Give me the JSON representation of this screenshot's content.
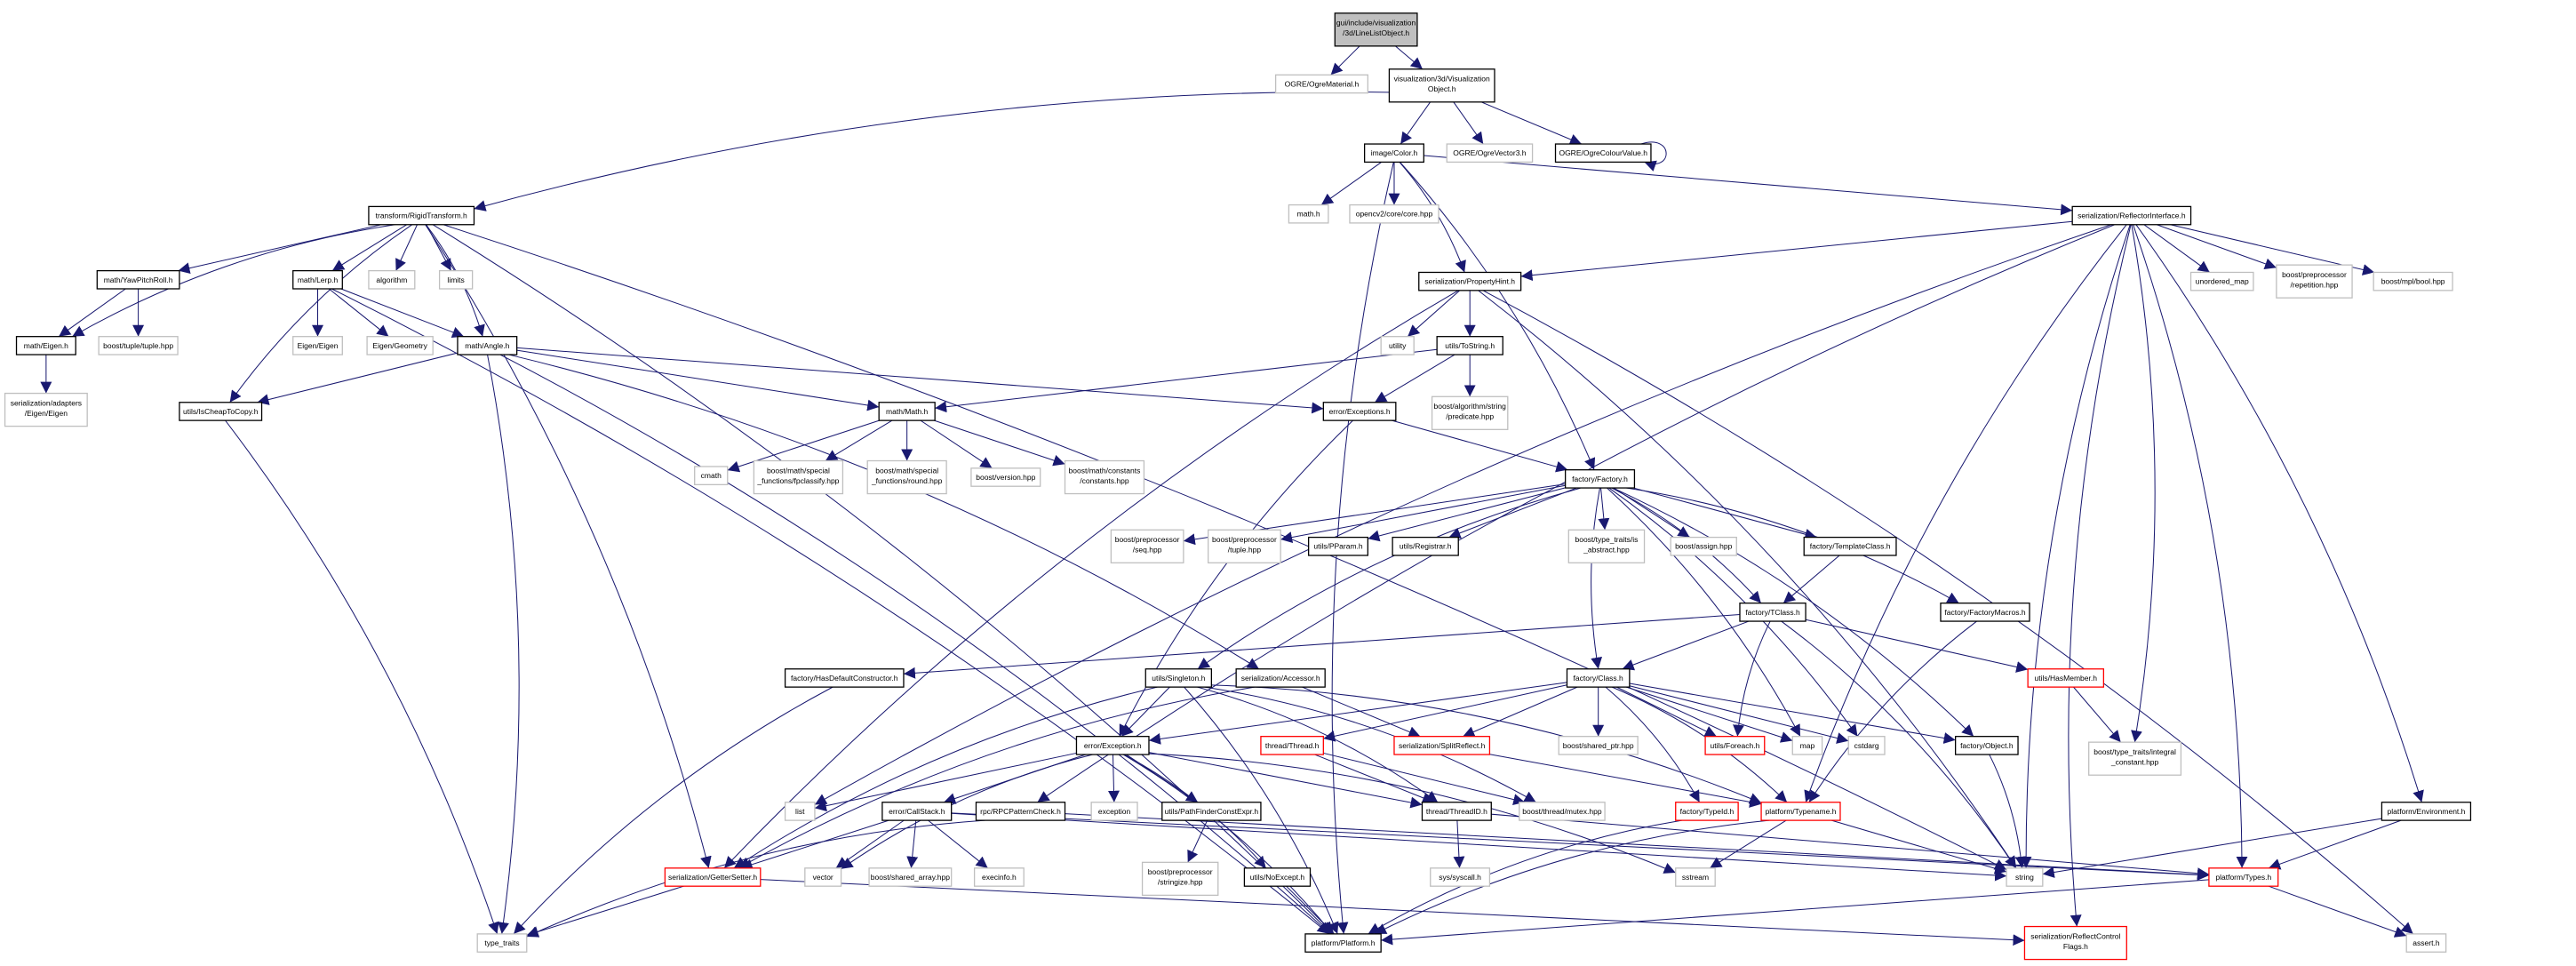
{
  "title": "gui/include/visualization/3d/LineListObject.h",
  "colors": {
    "edge": "#191970",
    "root_fill": "#bfbfbf",
    "documented_border": "#000000",
    "external_border": "#bfbfbf",
    "truncated_border": "#ff0000"
  },
  "nodes": [
    {
      "id": "root",
      "lines": [
        "gui/include/visualization",
        "/3d/LineListObject.h"
      ],
      "style": "root"
    },
    {
      "id": "ogremat",
      "lines": [
        "OGRE/OgreMaterial.h"
      ],
      "style": "gray"
    },
    {
      "id": "visobj",
      "lines": [
        "visualization/3d/Visualization",
        "Object.h"
      ],
      "style": "black"
    },
    {
      "id": "color",
      "lines": [
        "image/Color.h"
      ],
      "style": "black"
    },
    {
      "id": "ogrevec",
      "lines": [
        "OGRE/OgreVector3.h"
      ],
      "style": "gray"
    },
    {
      "id": "ogrecol",
      "lines": [
        "OGRE/OgreColourValue.h"
      ],
      "style": "black"
    },
    {
      "id": "mathh",
      "lines": [
        "math.h"
      ],
      "style": "gray"
    },
    {
      "id": "opencv",
      "lines": [
        "opencv2/core/core.hpp"
      ],
      "style": "gray"
    },
    {
      "id": "rigid",
      "lines": [
        "transform/RigidTransform.h"
      ],
      "style": "black"
    },
    {
      "id": "refl",
      "lines": [
        "serialization/ReflectorInterface.h"
      ],
      "style": "black"
    },
    {
      "id": "ypr",
      "lines": [
        "math/YawPitchRoll.h"
      ],
      "style": "black"
    },
    {
      "id": "lerp",
      "lines": [
        "math/Lerp.h"
      ],
      "style": "black"
    },
    {
      "id": "algorithm",
      "lines": [
        "algorithm"
      ],
      "style": "gray"
    },
    {
      "id": "limits",
      "lines": [
        "limits"
      ],
      "style": "gray"
    },
    {
      "id": "prophint",
      "lines": [
        "serialization/PropertyHint.h"
      ],
      "style": "black"
    },
    {
      "id": "umap",
      "lines": [
        "unordered_map"
      ],
      "style": "gray"
    },
    {
      "id": "repetition",
      "lines": [
        "boost/preprocessor",
        "/repetition.hpp"
      ],
      "style": "gray"
    },
    {
      "id": "mplbool",
      "lines": [
        "boost/mpl/bool.hpp"
      ],
      "style": "gray"
    },
    {
      "id": "eigenh",
      "lines": [
        "math/Eigen.h"
      ],
      "style": "black"
    },
    {
      "id": "tuplehpp",
      "lines": [
        "boost/tuple/tuple.hpp"
      ],
      "style": "gray"
    },
    {
      "id": "eigeneigen",
      "lines": [
        "Eigen/Eigen"
      ],
      "style": "gray"
    },
    {
      "id": "eigengeo",
      "lines": [
        "Eigen/Geometry"
      ],
      "style": "gray"
    },
    {
      "id": "angle",
      "lines": [
        "math/Angle.h"
      ],
      "style": "black"
    },
    {
      "id": "utility",
      "lines": [
        "utility"
      ],
      "style": "gray"
    },
    {
      "id": "tostring",
      "lines": [
        "utils/ToString.h"
      ],
      "style": "black"
    },
    {
      "id": "adapters",
      "lines": [
        "serialization/adapters",
        "/Eigen/Eigen"
      ],
      "style": "gray"
    },
    {
      "id": "cheap",
      "lines": [
        "utils/IsCheapToCopy.h"
      ],
      "style": "black"
    },
    {
      "id": "mathmath",
      "lines": [
        "math/Math.h"
      ],
      "style": "black"
    },
    {
      "id": "exceptions",
      "lines": [
        "error/Exceptions.h"
      ],
      "style": "black"
    },
    {
      "id": "predicate",
      "lines": [
        "boost/algorithm/string",
        "/predicate.hpp"
      ],
      "style": "gray"
    },
    {
      "id": "cmath",
      "lines": [
        "cmath"
      ],
      "style": "gray"
    },
    {
      "id": "fpclassify",
      "lines": [
        "boost/math/special",
        "_functions/fpclassify.hpp"
      ],
      "style": "gray"
    },
    {
      "id": "round",
      "lines": [
        "boost/math/special",
        "_functions/round.hpp"
      ],
      "style": "gray"
    },
    {
      "id": "version",
      "lines": [
        "boost/version.hpp"
      ],
      "style": "gray"
    },
    {
      "id": "constants",
      "lines": [
        "boost/math/constants",
        "/constants.hpp"
      ],
      "style": "gray"
    },
    {
      "id": "factory",
      "lines": [
        "factory/Factory.h"
      ],
      "style": "black"
    },
    {
      "id": "seq",
      "lines": [
        "boost/preprocessor",
        "/seq.hpp"
      ],
      "style": "gray"
    },
    {
      "id": "pptuple",
      "lines": [
        "boost/preprocessor",
        "/tuple.hpp"
      ],
      "style": "gray"
    },
    {
      "id": "pparam",
      "lines": [
        "utils/PParam.h"
      ],
      "style": "black"
    },
    {
      "id": "registrar",
      "lines": [
        "utils/Registrar.h"
      ],
      "style": "black"
    },
    {
      "id": "isabstract",
      "lines": [
        "boost/type_traits/is",
        "_abstract.hpp"
      ],
      "style": "gray"
    },
    {
      "id": "assign",
      "lines": [
        "boost/assign.hpp"
      ],
      "style": "gray"
    },
    {
      "id": "templateclass",
      "lines": [
        "factory/TemplateClass.h"
      ],
      "style": "black"
    },
    {
      "id": "tclass",
      "lines": [
        "factory/TClass.h"
      ],
      "style": "black"
    },
    {
      "id": "factorymacros",
      "lines": [
        "factory/FactoryMacros.h"
      ],
      "style": "black"
    },
    {
      "id": "hasdefault",
      "lines": [
        "factory/HasDefaultConstructor.h"
      ],
      "style": "black"
    },
    {
      "id": "singleton",
      "lines": [
        "utils/Singleton.h"
      ],
      "style": "black"
    },
    {
      "id": "accessor",
      "lines": [
        "serialization/Accessor.h"
      ],
      "style": "black"
    },
    {
      "id": "classh",
      "lines": [
        "factory/Class.h"
      ],
      "style": "black"
    },
    {
      "id": "hasmember",
      "lines": [
        "utils/HasMember.h"
      ],
      "style": "red"
    },
    {
      "id": "exception",
      "lines": [
        "error/Exception.h"
      ],
      "style": "black"
    },
    {
      "id": "thread",
      "lines": [
        "thread/Thread.h"
      ],
      "style": "red"
    },
    {
      "id": "splitreflect",
      "lines": [
        "serialization/SplitReflect.h"
      ],
      "style": "red"
    },
    {
      "id": "sharedptr",
      "lines": [
        "boost/shared_ptr.hpp"
      ],
      "style": "gray"
    },
    {
      "id": "foreach",
      "lines": [
        "utils/Foreach.h"
      ],
      "style": "red"
    },
    {
      "id": "map",
      "lines": [
        "map"
      ],
      "style": "gray"
    },
    {
      "id": "cstdarg",
      "lines": [
        "cstdarg"
      ],
      "style": "gray"
    },
    {
      "id": "object",
      "lines": [
        "factory/Object.h"
      ],
      "style": "black"
    },
    {
      "id": "integral",
      "lines": [
        "boost/type_traits/integral",
        "_constant.hpp"
      ],
      "style": "gray"
    },
    {
      "id": "list",
      "lines": [
        "list"
      ],
      "style": "gray"
    },
    {
      "id": "callstack",
      "lines": [
        "error/CallStack.h"
      ],
      "style": "black"
    },
    {
      "id": "rpc",
      "lines": [
        "rpc/RPCPatternCheck.h"
      ],
      "style": "black"
    },
    {
      "id": "stdexception",
      "lines": [
        "exception"
      ],
      "style": "gray"
    },
    {
      "id": "pathfinder",
      "lines": [
        "utils/PathFinderConstExpr.h"
      ],
      "style": "black"
    },
    {
      "id": "threadid",
      "lines": [
        "thread/ThreadID.h"
      ],
      "style": "black"
    },
    {
      "id": "mutex",
      "lines": [
        "boost/thread/mutex.hpp"
      ],
      "style": "gray"
    },
    {
      "id": "typeid",
      "lines": [
        "factory/TypeId.h"
      ],
      "style": "red"
    },
    {
      "id": "typename",
      "lines": [
        "platform/Typename.h"
      ],
      "style": "red"
    },
    {
      "id": "environment",
      "lines": [
        "platform/Environment.h"
      ],
      "style": "black"
    },
    {
      "id": "getset",
      "lines": [
        "serialization/GetterSetter.h"
      ],
      "style": "red"
    },
    {
      "id": "vector",
      "lines": [
        "vector"
      ],
      "style": "gray"
    },
    {
      "id": "sharedarray",
      "lines": [
        "boost/shared_array.hpp"
      ],
      "style": "gray"
    },
    {
      "id": "execinfo",
      "lines": [
        "execinfo.h"
      ],
      "style": "gray"
    },
    {
      "id": "stringize",
      "lines": [
        "boost/preprocessor",
        "/stringize.hpp"
      ],
      "style": "gray"
    },
    {
      "id": "noexcept",
      "lines": [
        "utils/NoExcept.h"
      ],
      "style": "black"
    },
    {
      "id": "syscall",
      "lines": [
        "sys/syscall.h"
      ],
      "style": "gray"
    },
    {
      "id": "sstream",
      "lines": [
        "sstream"
      ],
      "style": "gray"
    },
    {
      "id": "string",
      "lines": [
        "string"
      ],
      "style": "gray"
    },
    {
      "id": "types",
      "lines": [
        "platform/Types.h"
      ],
      "style": "red"
    },
    {
      "id": "typetraits",
      "lines": [
        "type_traits"
      ],
      "style": "gray"
    },
    {
      "id": "platform",
      "lines": [
        "platform/Platform.h"
      ],
      "style": "black"
    },
    {
      "id": "reflflags",
      "lines": [
        "serialization/ReflectControl",
        "Flags.h"
      ],
      "style": "red"
    },
    {
      "id": "assert",
      "lines": [
        "assert.h"
      ],
      "style": "gray"
    }
  ],
  "edges": [
    [
      "root",
      "ogremat"
    ],
    [
      "root",
      "visobj"
    ],
    [
      "visobj",
      "rigid"
    ],
    [
      "visobj",
      "color"
    ],
    [
      "visobj",
      "ogrevec"
    ],
    [
      "visobj",
      "ogrecol"
    ],
    [
      "ogrecol",
      "ogrecol"
    ],
    [
      "color",
      "mathh"
    ],
    [
      "color",
      "opencv"
    ],
    [
      "color",
      "prophint"
    ],
    [
      "color",
      "factory"
    ],
    [
      "color",
      "refl"
    ],
    [
      "color",
      "platform"
    ],
    [
      "rigid",
      "ypr"
    ],
    [
      "rigid",
      "lerp"
    ],
    [
      "rigid",
      "algorithm"
    ],
    [
      "rigid",
      "limits"
    ],
    [
      "rigid",
      "angle"
    ],
    [
      "rigid",
      "eigenh"
    ],
    [
      "rigid",
      "cheap"
    ],
    [
      "rigid",
      "getset"
    ],
    [
      "rigid",
      "string"
    ],
    [
      "rigid",
      "platform"
    ],
    [
      "ypr",
      "eigenh"
    ],
    [
      "ypr",
      "tuplehpp"
    ],
    [
      "eigenh",
      "adapters"
    ],
    [
      "lerp",
      "eigeneigen"
    ],
    [
      "lerp",
      "eigengeo"
    ],
    [
      "lerp",
      "angle"
    ],
    [
      "lerp",
      "platform"
    ],
    [
      "angle",
      "cheap"
    ],
    [
      "angle",
      "mathmath"
    ],
    [
      "angle",
      "exceptions"
    ],
    [
      "angle",
      "typetraits"
    ],
    [
      "angle",
      "platform"
    ],
    [
      "angle",
      "accessor"
    ],
    [
      "cheap",
      "typetraits"
    ],
    [
      "refl",
      "prophint"
    ],
    [
      "refl",
      "umap"
    ],
    [
      "refl",
      "repetition"
    ],
    [
      "refl",
      "mplbool"
    ],
    [
      "refl",
      "string"
    ],
    [
      "refl",
      "types"
    ],
    [
      "refl",
      "typename"
    ],
    [
      "refl",
      "environment"
    ],
    [
      "refl",
      "reflflags"
    ],
    [
      "refl",
      "integral"
    ],
    [
      "refl",
      "list"
    ],
    [
      "refl",
      "rpc"
    ],
    [
      "prophint",
      "utility"
    ],
    [
      "prophint",
      "tostring"
    ],
    [
      "prophint",
      "getset"
    ],
    [
      "prophint",
      "string"
    ],
    [
      "prophint",
      "assert"
    ],
    [
      "tostring",
      "mathmath"
    ],
    [
      "tostring",
      "exceptions"
    ],
    [
      "tostring",
      "predicate"
    ],
    [
      "mathmath",
      "cmath"
    ],
    [
      "mathmath",
      "fpclassify"
    ],
    [
      "mathmath",
      "round"
    ],
    [
      "mathmath",
      "version"
    ],
    [
      "mathmath",
      "constants"
    ],
    [
      "exceptions",
      "factory"
    ],
    [
      "exceptions",
      "exception"
    ],
    [
      "factory",
      "seq"
    ],
    [
      "factory",
      "pptuple"
    ],
    [
      "factory",
      "pparam"
    ],
    [
      "factory",
      "registrar"
    ],
    [
      "factory",
      "isabstract"
    ],
    [
      "factory",
      "assign"
    ],
    [
      "factory",
      "templateclass"
    ],
    [
      "factory",
      "tclass"
    ],
    [
      "factory",
      "factorymacros"
    ],
    [
      "factory",
      "classh"
    ],
    [
      "factory",
      "singleton"
    ],
    [
      "factory",
      "map"
    ],
    [
      "factory",
      "cstdarg"
    ],
    [
      "factory",
      "object"
    ],
    [
      "templateclass",
      "tclass"
    ],
    [
      "tclass",
      "hasdefault"
    ],
    [
      "tclass",
      "classh"
    ],
    [
      "tclass",
      "foreach"
    ],
    [
      "tclass",
      "hasmember"
    ],
    [
      "tclass",
      "string"
    ],
    [
      "factorymacros",
      "typename"
    ],
    [
      "hasdefault",
      "typetraits"
    ],
    [
      "hasmember",
      "integral"
    ],
    [
      "singleton",
      "exception"
    ],
    [
      "singleton",
      "platform"
    ],
    [
      "singleton",
      "mutex"
    ],
    [
      "singleton",
      "threadid"
    ],
    [
      "singleton",
      "typename"
    ],
    [
      "singleton",
      "getset"
    ],
    [
      "accessor",
      "splitreflect"
    ],
    [
      "accessor",
      "getset"
    ],
    [
      "classh",
      "exception"
    ],
    [
      "classh",
      "thread"
    ],
    [
      "classh",
      "splitreflect"
    ],
    [
      "classh",
      "sharedptr"
    ],
    [
      "classh",
      "foreach"
    ],
    [
      "classh",
      "map"
    ],
    [
      "classh",
      "cstdarg"
    ],
    [
      "classh",
      "object"
    ],
    [
      "classh",
      "typename"
    ],
    [
      "classh",
      "typeid"
    ],
    [
      "exception",
      "list"
    ],
    [
      "exception",
      "callstack"
    ],
    [
      "exception",
      "stdexception"
    ],
    [
      "exception",
      "pathfinder"
    ],
    [
      "exception",
      "noexcept"
    ],
    [
      "exception",
      "platform"
    ],
    [
      "exception",
      "threadid"
    ],
    [
      "exception",
      "sstream"
    ],
    [
      "exception",
      "vector"
    ],
    [
      "thread",
      "mutex"
    ],
    [
      "thread",
      "threadid"
    ],
    [
      "splitreflect",
      "typename"
    ],
    [
      "object",
      "string"
    ],
    [
      "callstack",
      "getset"
    ],
    [
      "callstack",
      "vector"
    ],
    [
      "callstack",
      "sharedarray"
    ],
    [
      "callstack",
      "execinfo"
    ],
    [
      "callstack",
      "string"
    ],
    [
      "callstack",
      "types"
    ],
    [
      "rpc",
      "typetraits"
    ],
    [
      "rpc",
      "types"
    ],
    [
      "pathfinder",
      "stringize"
    ],
    [
      "threadid",
      "syscall"
    ],
    [
      "threadid",
      "types"
    ],
    [
      "typeid",
      "platform"
    ],
    [
      "typename",
      "sstream"
    ],
    [
      "typename",
      "string"
    ],
    [
      "typename",
      "platform"
    ],
    [
      "environment",
      "string"
    ],
    [
      "environment",
      "types"
    ],
    [
      "getset",
      "typetraits"
    ],
    [
      "getset",
      "reflflags"
    ],
    [
      "noexcept",
      "platform"
    ],
    [
      "types",
      "platform"
    ],
    [
      "types",
      "assert"
    ]
  ]
}
